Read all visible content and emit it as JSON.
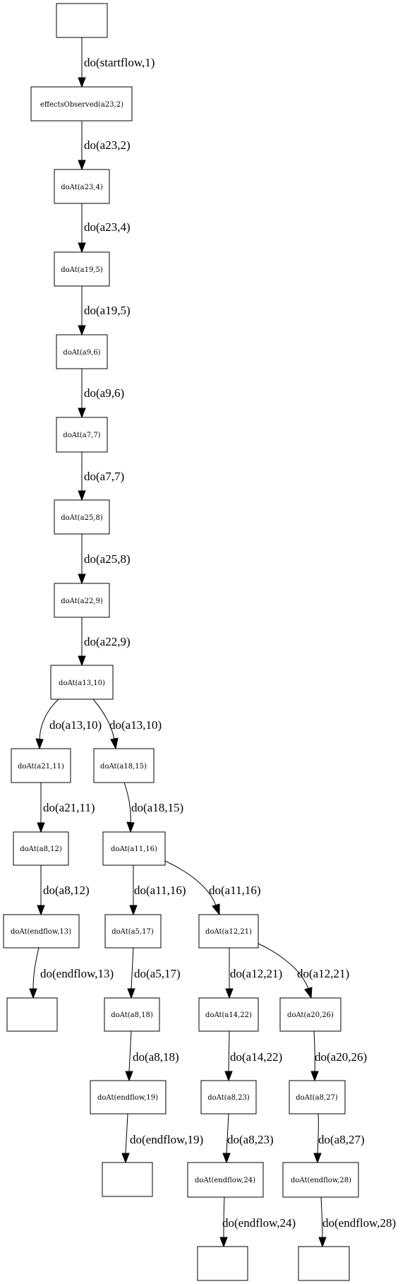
{
  "nodes": {
    "start": "",
    "n2": "effectsObserved(a23,2)",
    "n4": "doAt(a23,4)",
    "n5": "doAt(a19,5)",
    "n6": "doAt(a9,6)",
    "n7": "doAt(a7,7)",
    "n8": "doAt(a25,8)",
    "n9": "doAt(a22,9)",
    "n10": "doAt(a13,10)",
    "n11": "doAt(a21,11)",
    "n15": "doAt(a18,15)",
    "n12": "doAt(a8,12)",
    "n16": "doAt(a11,16)",
    "n13": "doAt(endflow,13)",
    "n17": "doAt(a5,17)",
    "n21": "doAt(a12,21)",
    "end13": "",
    "n18": "doAt(a8,18)",
    "n22": "doAt(a14,22)",
    "n26": "doAt(a20,26)",
    "n19": "doAt(endflow,19)",
    "n23": "doAt(a8,23)",
    "n27": "doAt(a8,27)",
    "end19": "",
    "n24": "doAt(endflow,24)",
    "n28": "doAt(endflow,28)",
    "end24": "",
    "end28": ""
  },
  "edges": {
    "e1": "do(startflow,1)",
    "e2": "do(a23,2)",
    "e4": "do(a23,4)",
    "e5": "do(a19,5)",
    "e6": "do(a9,6)",
    "e7": "do(a7,7)",
    "e8": "do(a25,8)",
    "e9": "do(a22,9)",
    "e10a": "do(a13,10)",
    "e10b": "do(a13,10)",
    "e11": "do(a21,11)",
    "e15": "do(a18,15)",
    "e12": "do(a8,12)",
    "e16a": "do(a11,16)",
    "e16b": "do(a11,16)",
    "e13": "do(endflow,13)",
    "e17": "do(a5,17)",
    "e21a": "do(a12,21)",
    "e21b": "do(a12,21)",
    "e18": "do(a8,18)",
    "e22": "do(a14,22)",
    "e26": "do(a20,26)",
    "e19": "do(endflow,19)",
    "e23": "do(a8,23)",
    "e27": "do(a8,27)",
    "e24": "do(endflow,24)",
    "e28": "do(endflow,28)"
  }
}
